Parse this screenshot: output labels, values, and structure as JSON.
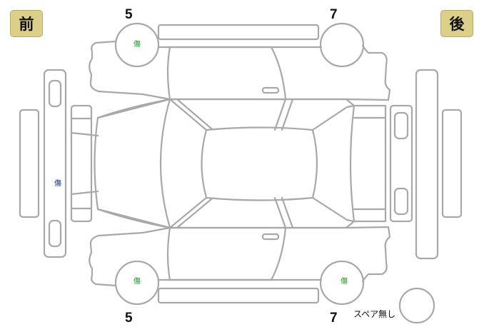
{
  "badges": {
    "front": "前",
    "rear": "後"
  },
  "tire_numbers": {
    "front_left": "5",
    "rear_left": "7",
    "front_right": "5",
    "rear_right": "7"
  },
  "damage_marks": {
    "front_left_tire": "傷",
    "front_bumper": "傷",
    "front_right_tire": "傷",
    "rear_right_tire": "傷"
  },
  "spare_label": "スペア無し",
  "colors": {
    "outline": "#a8a8a8",
    "badge_fill": "#dccf8a",
    "damage_green": "#1a9a2a",
    "damage_navy": "#1a2a8a"
  }
}
